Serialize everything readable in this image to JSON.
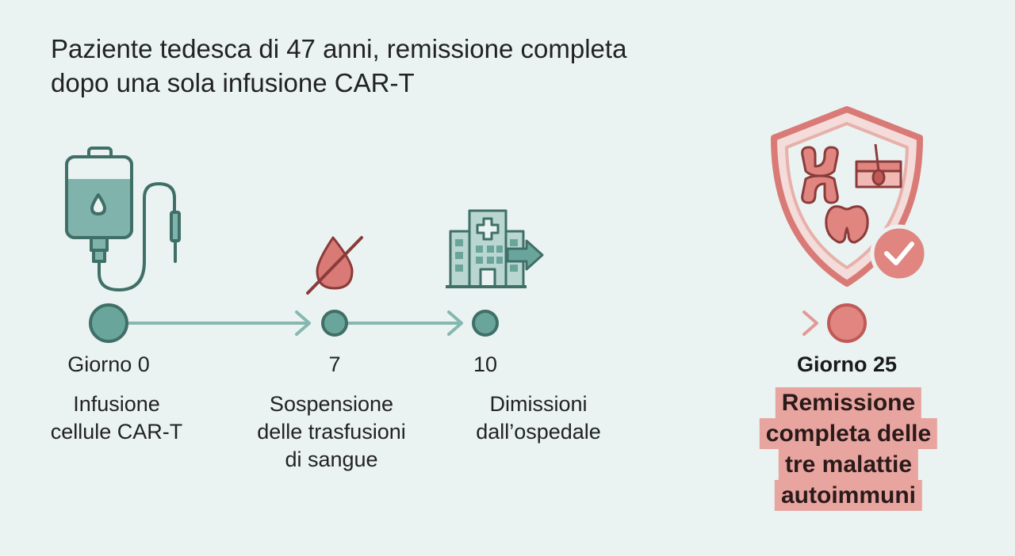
{
  "subtitle": {
    "line1": "Paziente tedesca di 47 anni, remissione completa",
    "line2": "dopo una sola infusione CAR-T"
  },
  "colors": {
    "teal": "#6aa59c",
    "teal_dark": "#3f6f67",
    "red": "#d97a76",
    "red_dark": "#c05a57",
    "background": "#eaf3f1"
  },
  "milestones": [
    {
      "day": "Giorno 0",
      "desc": [
        "Infusione",
        "cellule CAR-T"
      ],
      "icon": "iv-bag-icon"
    },
    {
      "day": "7",
      "desc": [
        "Sospensione",
        "delle trasfusioni",
        "di sangue"
      ],
      "icon": "no-blood-drop-icon"
    },
    {
      "day": "10",
      "desc": [
        "Dimissioni",
        "dall’ospedale"
      ],
      "icon": "hospital-exit-icon"
    },
    {
      "day": "Giorno 25",
      "desc": [
        "Remissione",
        "completa delle",
        "tre malattie",
        "autoimmuni"
      ],
      "icon": "shield-check-icon"
    }
  ]
}
